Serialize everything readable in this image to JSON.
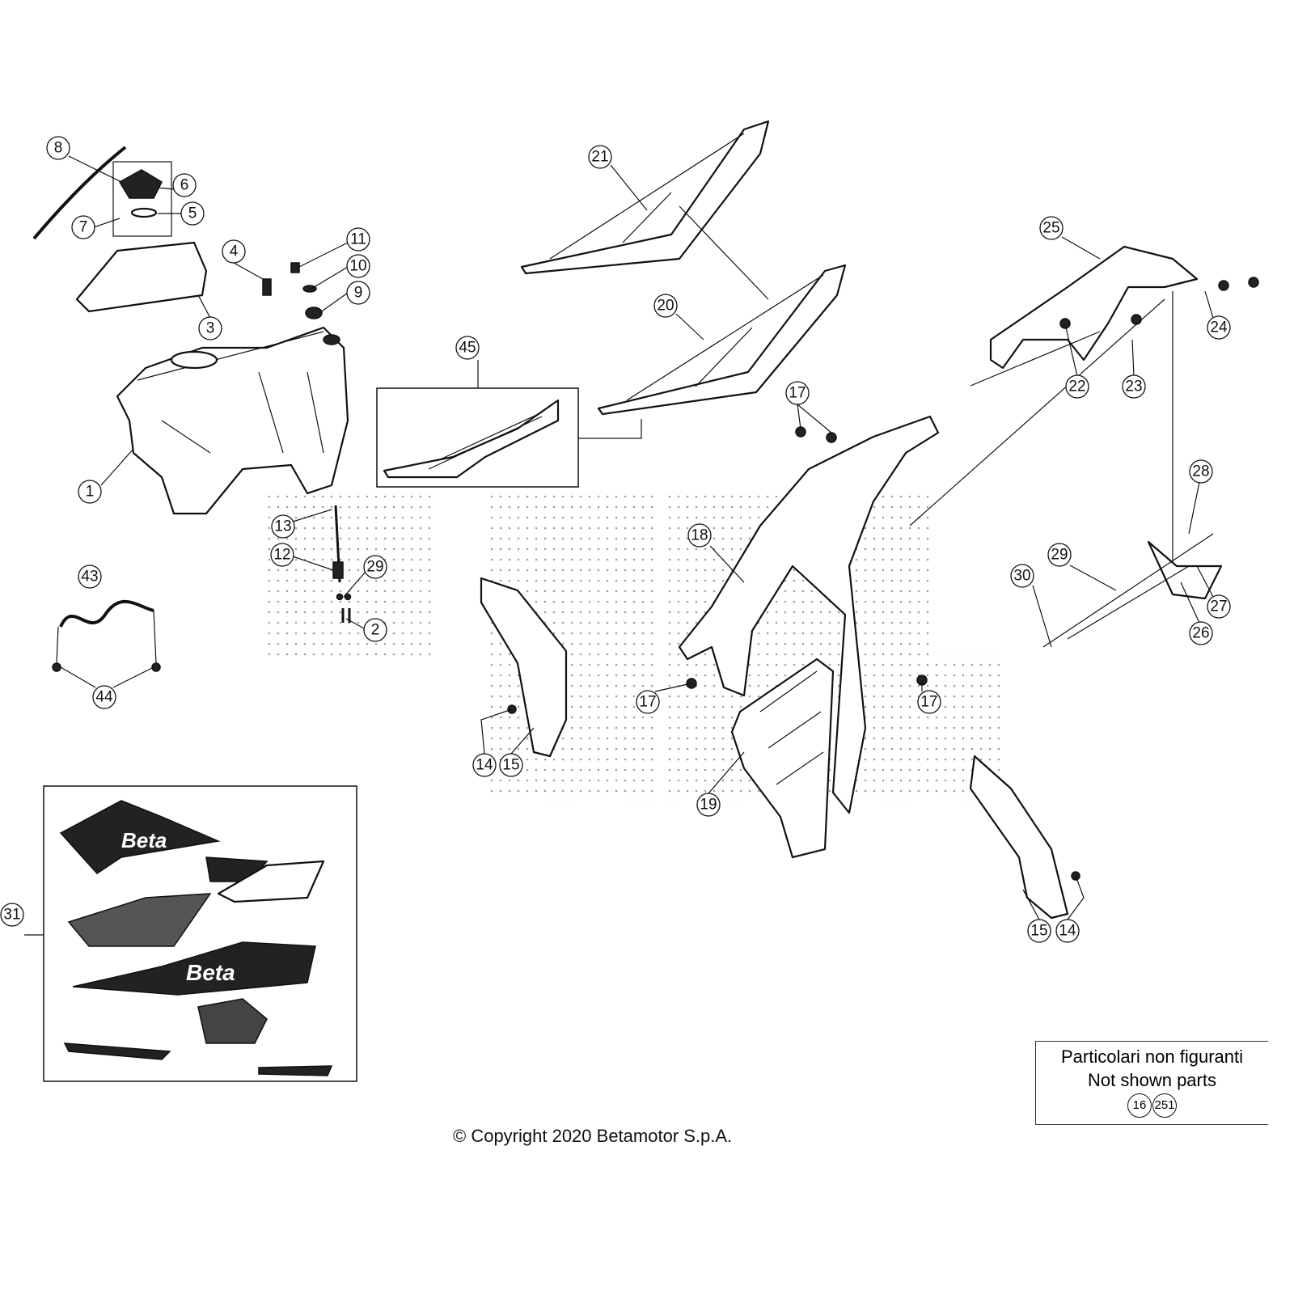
{
  "callouts": [
    "8",
    "6",
    "5",
    "7",
    "3",
    "4",
    "11",
    "10",
    "9",
    "1",
    "13",
    "12",
    "29",
    "2",
    "43",
    "44",
    "21",
    "20",
    "45",
    "25",
    "24",
    "22",
    "23",
    "17",
    "28",
    "29",
    "30",
    "27",
    "26",
    "18",
    "17",
    "17",
    "14",
    "15",
    "19",
    "15",
    "14",
    "31"
  ],
  "not_shown": {
    "title_it": "Particolari non figuranti",
    "title_en": "Not shown parts",
    "parts": [
      "16",
      "251"
    ]
  },
  "copyright": "© Copyright 2020 Betamotor S.p.A.",
  "decal_text": "Beta"
}
